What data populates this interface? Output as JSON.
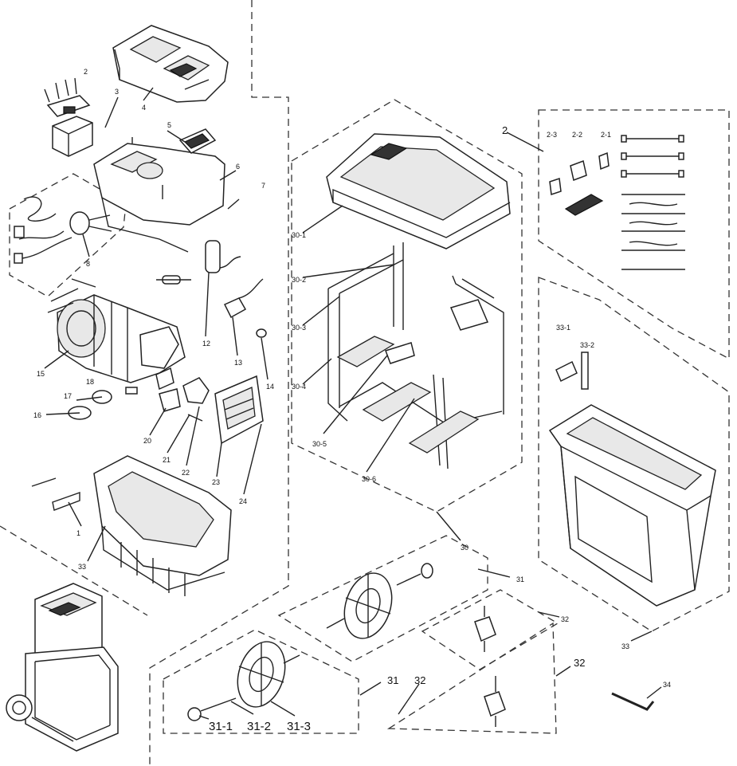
{
  "labels": {
    "l1": "1",
    "l2": "2",
    "l3": "3",
    "l4": "4",
    "l5": "5",
    "l6": "6",
    "l7": "7",
    "l8": "8",
    "l12": "12",
    "l13": "13",
    "l14": "14",
    "l15": "15",
    "l16": "16",
    "l17": "17",
    "l18": "18",
    "l20": "20",
    "l21": "21",
    "l22": "22",
    "l23": "23",
    "l24": "24",
    "l33": "33",
    "l2big": "2",
    "l2_1": "2-1",
    "l2_2": "2-2",
    "l2_3": "2-3",
    "l30_1": "30-1",
    "l30_2": "30-2",
    "l30_3": "30-3",
    "l30_4": "30-4",
    "l30_5": "30-5",
    "l30_6": "30-6",
    "l30": "30",
    "l31": "31",
    "l32": "32",
    "l33r": "33",
    "l33_1": "33-1",
    "l33_2": "33-2",
    "l34": "34",
    "l31b": "31",
    "l32b": "32",
    "l32c": "32",
    "l31_1": "31-1",
    "l31_2": "31-2",
    "l31_3": "31-3"
  },
  "icons": [
    "hopper-cover-icon",
    "switch-box-icon",
    "upper-housing-icon",
    "motor-icon",
    "lower-housing-icon",
    "stand-frame-icon",
    "wheel-icon",
    "collection-bin-icon",
    "allen-key-icon",
    "shredder-assembled-icon"
  ]
}
